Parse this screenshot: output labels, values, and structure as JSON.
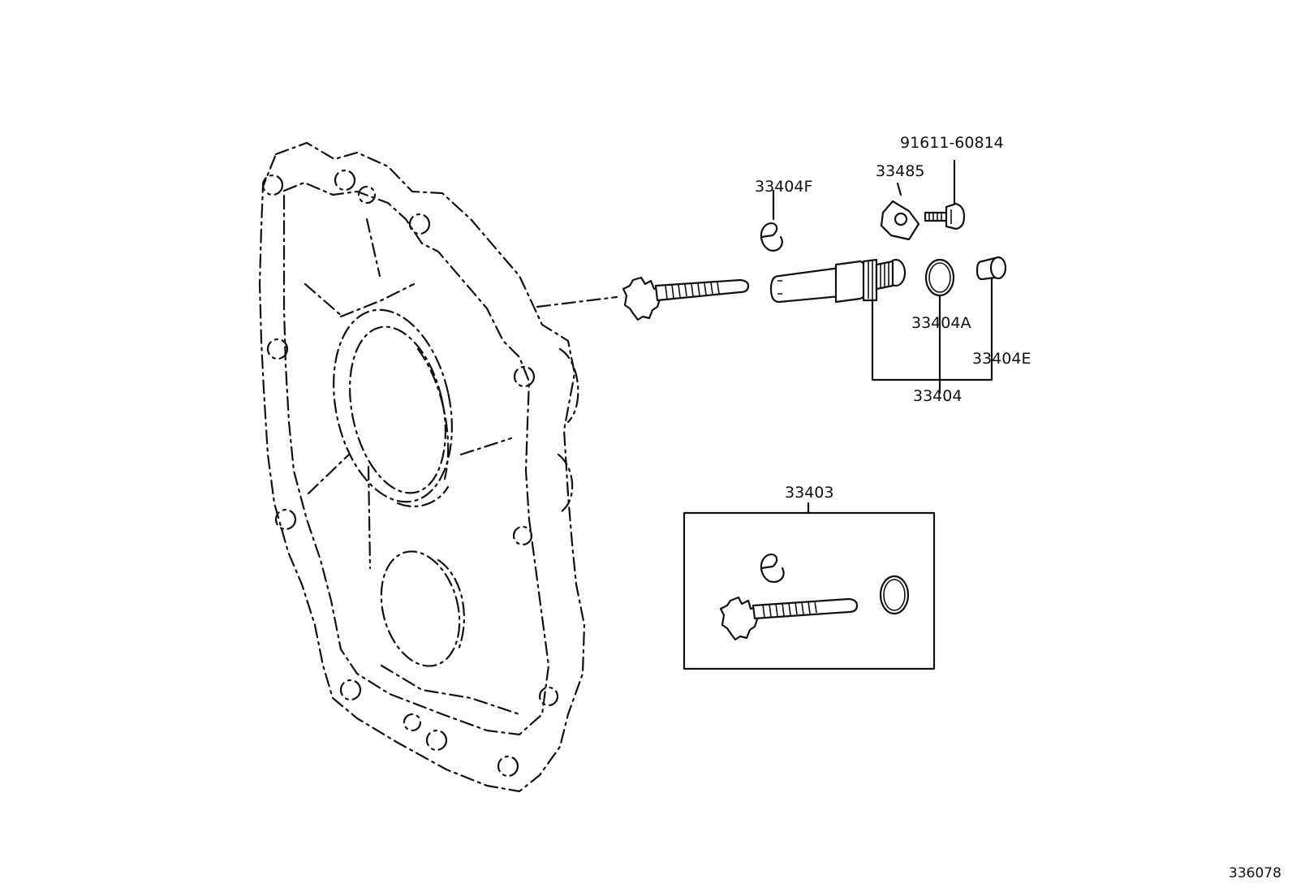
{
  "labels": {
    "p_33404F": "33404F",
    "p_33485": "33485",
    "p_91611": "91611-60814",
    "p_33404A": "33404A",
    "p_33404E": "33404E",
    "p_33404": "33404",
    "p_33403": "33403",
    "illustration_id": "336078"
  }
}
